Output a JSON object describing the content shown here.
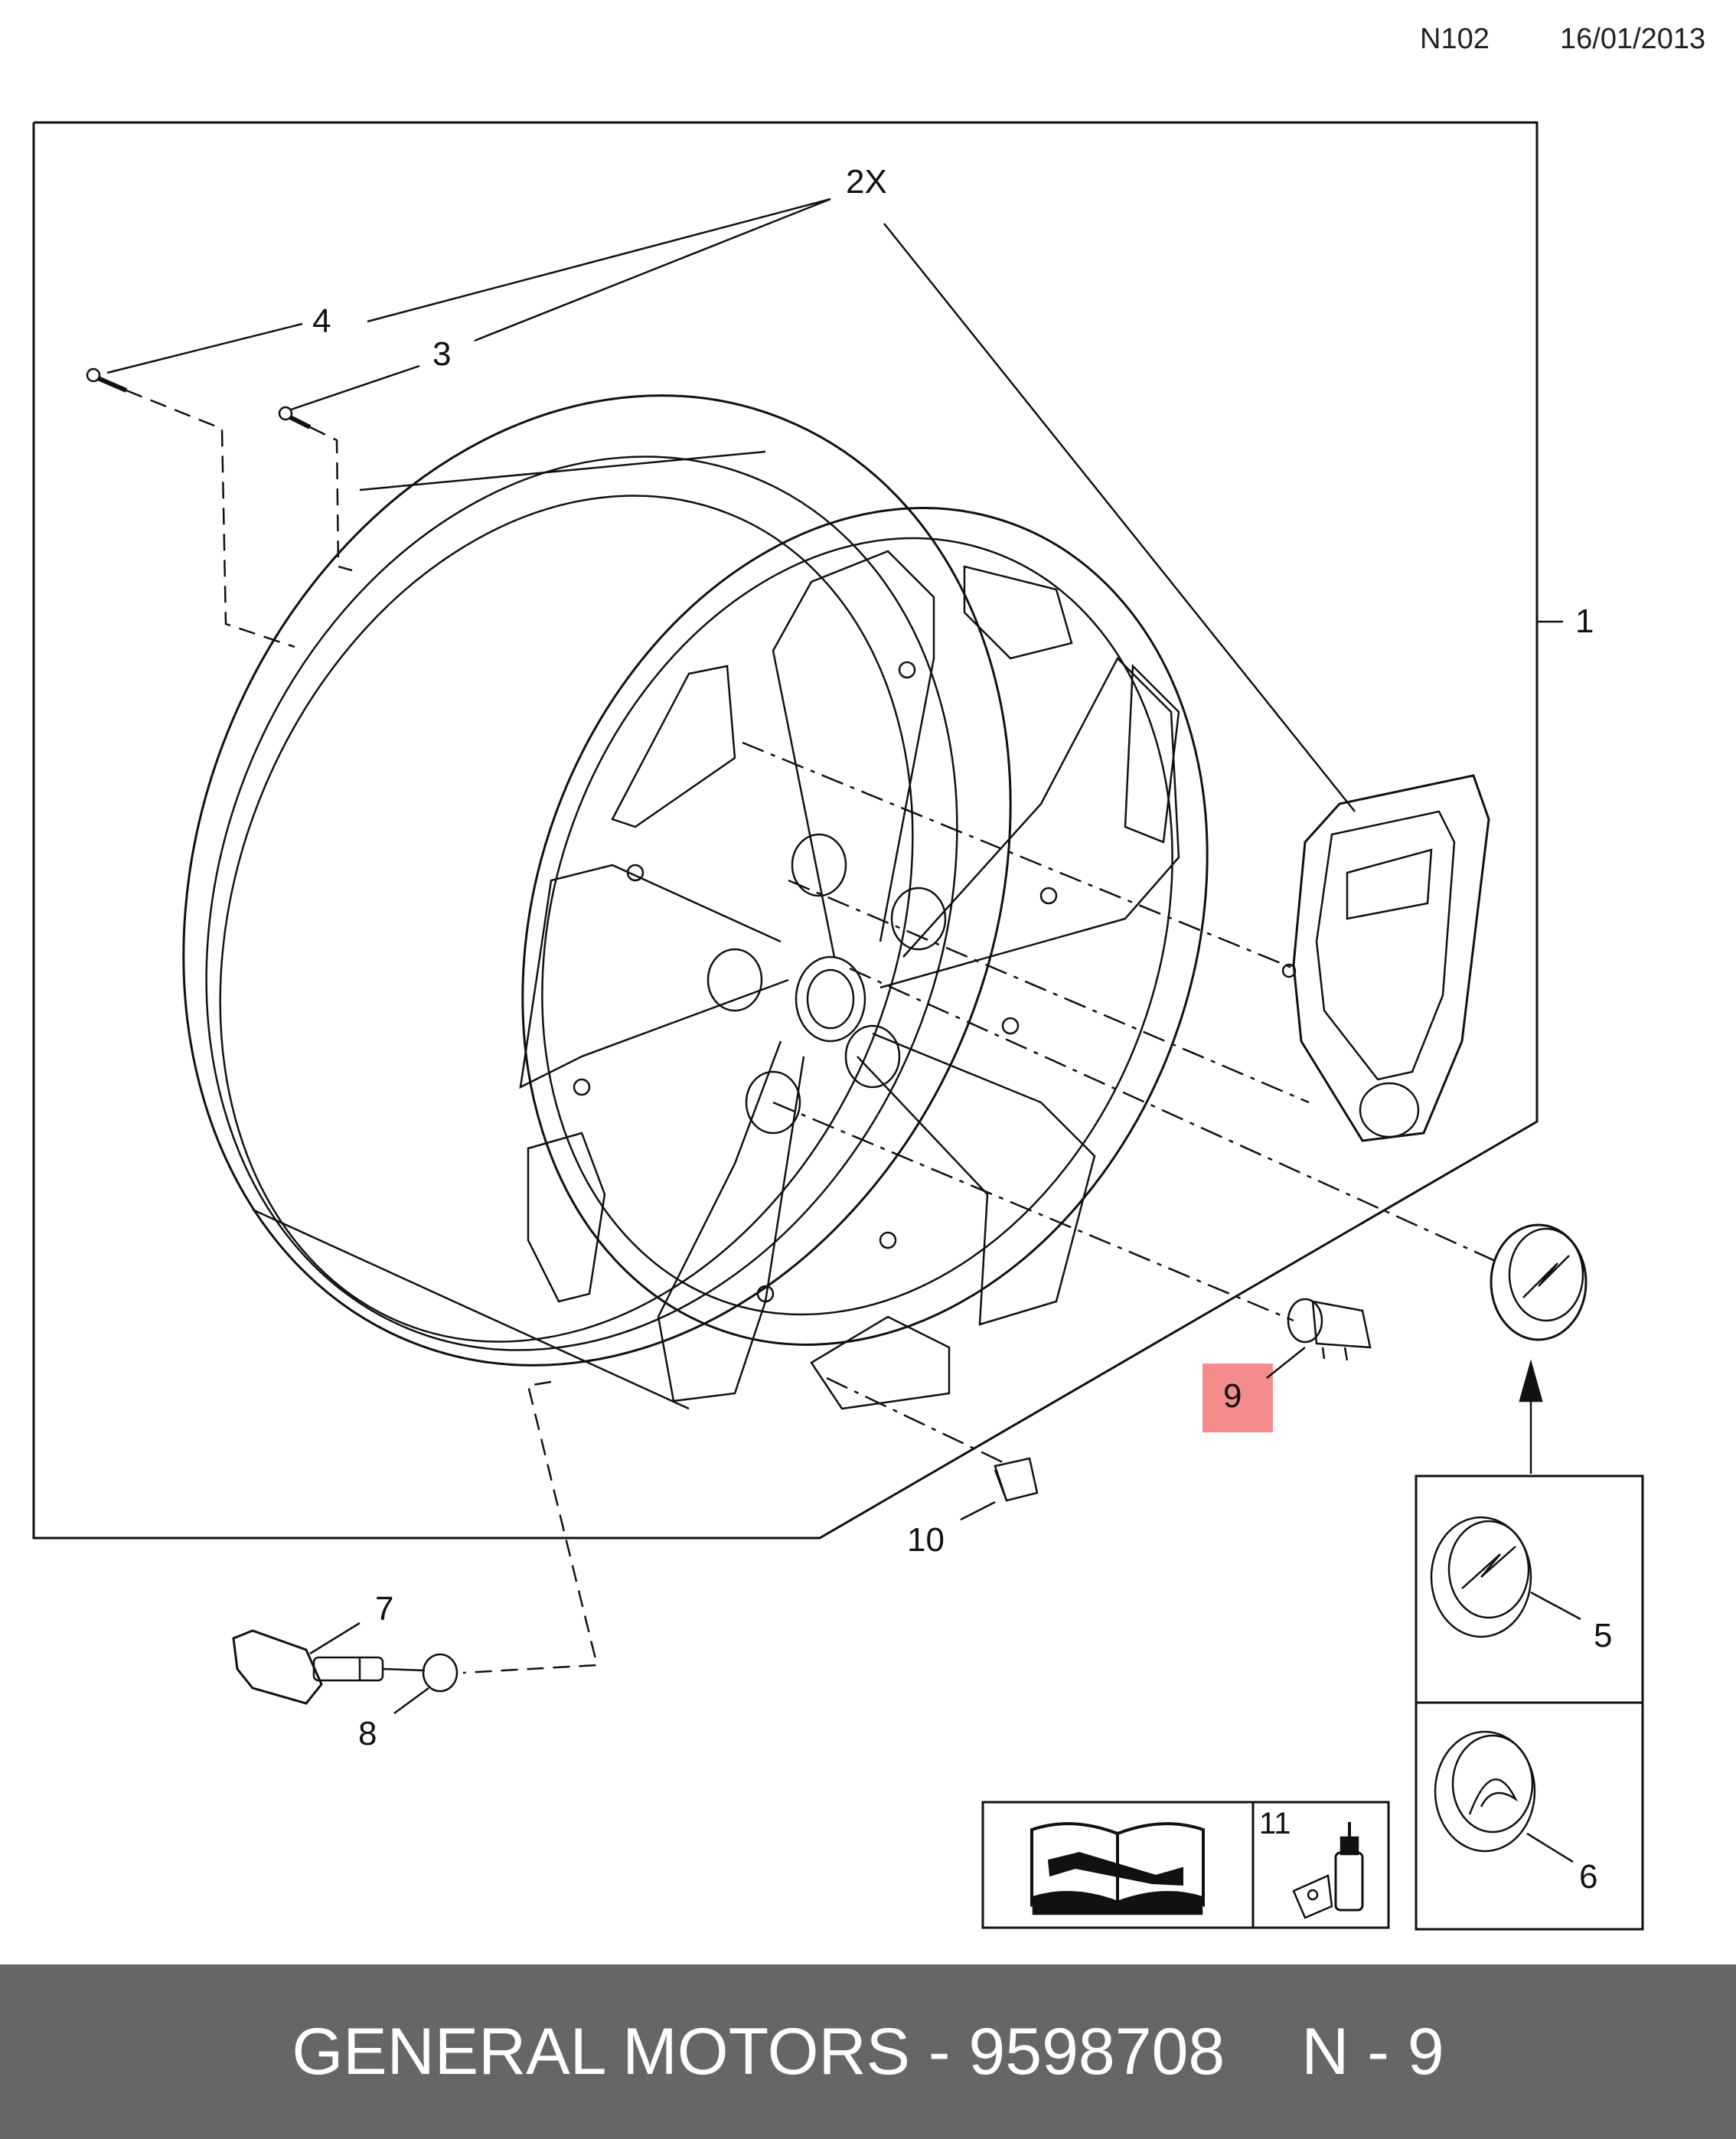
{
  "header": {
    "code": "N102",
    "date": "16/01/2013"
  },
  "callouts": {
    "c1": "1",
    "c2x": "2X",
    "c3": "3",
    "c4": "4",
    "c5": "5",
    "c6": "6",
    "c7": "7",
    "c8": "8",
    "c9": "9",
    "c10": "10",
    "c11": "11"
  },
  "highlight": {
    "part": "9",
    "color": "#f58c8c"
  },
  "footer": {
    "brand": "GENERAL MOTORS",
    "separator": "-",
    "part_number": "9598708",
    "ref": "N - 9",
    "background": "#666666"
  },
  "icons": [
    "wheel-rim-icon",
    "trim-insert-icon",
    "center-cap-icon",
    "wheel-bolt-icon",
    "screw-icon",
    "tire-pressure-sensor-icon",
    "valve-icon",
    "balance-weight-icon",
    "manual-book-icon",
    "adhesive-bottle-icon",
    "arrow-up-icon"
  ]
}
